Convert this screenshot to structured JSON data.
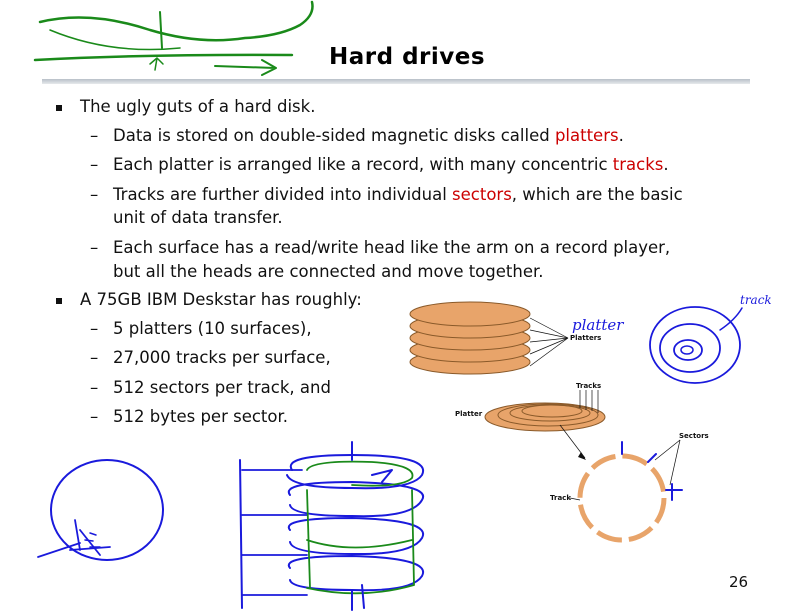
{
  "slide": {
    "title": "Hard drives",
    "page_number": "26",
    "bullets": [
      {
        "text": "The ugly guts of a hard disk."
      },
      {
        "text": "A 75GB IBM Deskstar has roughly:"
      }
    ],
    "sub_bullets": [
      {
        "before": "Data is stored on double-sided magnetic disks called ",
        "highlight": "platters",
        "after": "."
      },
      {
        "before": "Each platter is arranged like a record, with many concentric ",
        "highlight": "tracks",
        "after": "."
      },
      {
        "before": "Tracks are further divided into individual ",
        "highlight": "sectors",
        "after": ", which are the basic"
      },
      {
        "continuation": "unit of data transfer."
      },
      {
        "text": "Each surface has a read/write head like the arm on a record player,"
      },
      {
        "continuation": "but all the heads are connected and move together."
      },
      {
        "text": "5 platters (10 surfaces),"
      },
      {
        "text": "27,000 tracks per surface,"
      },
      {
        "text": "512 sectors per track, and"
      },
      {
        "text": "512 bytes per sector."
      }
    ],
    "diagram_labels": {
      "platters": "Platters",
      "tracks": "Tracks",
      "platter": "Platter",
      "sectors": "Sectors",
      "track": "Track"
    },
    "handwriting": {
      "platter": "platter",
      "track": "track"
    },
    "colors": {
      "highlight": "#cc0000",
      "platter_fill": "#e8a46a",
      "ink_blue": "#1a1adc",
      "ink_green": "#1a8a1a"
    }
  }
}
